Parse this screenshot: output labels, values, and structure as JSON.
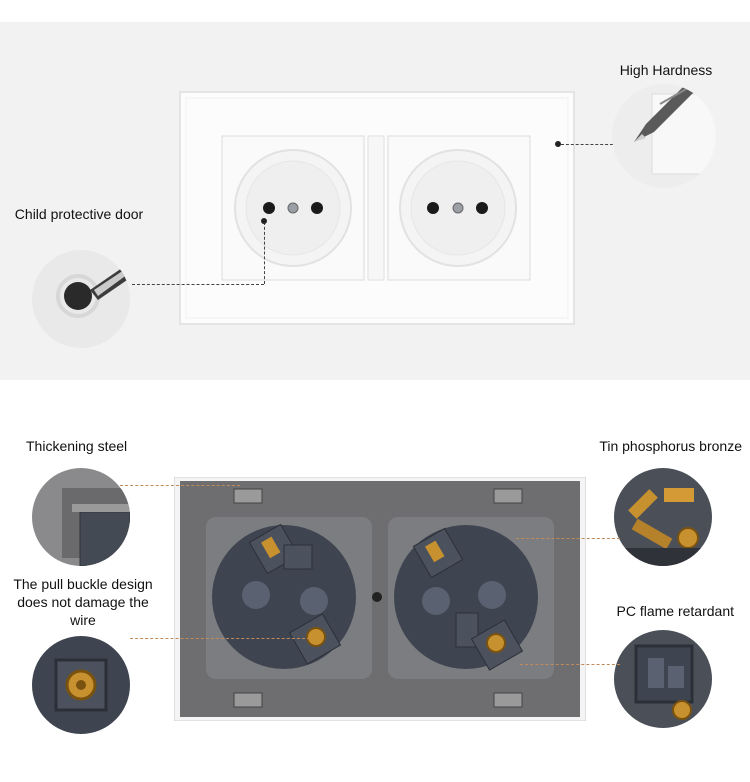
{
  "top_section": {
    "feature_high_hardness": "High Hardness",
    "feature_child_door": "Child protective door"
  },
  "bottom_section": {
    "feature_thickening_steel": "Thickening steel",
    "feature_tin_bronze": "Tin phosphorus bronze",
    "feature_pull_buckle": "The pull buckle design does not damage the wire",
    "feature_pc_flame": "PC flame retardant"
  },
  "colors": {
    "glass_panel": "#fbfbfb",
    "steel_frame": "#6e6e70",
    "mechanism": "#3f4550",
    "bronze": "#c8912f"
  }
}
